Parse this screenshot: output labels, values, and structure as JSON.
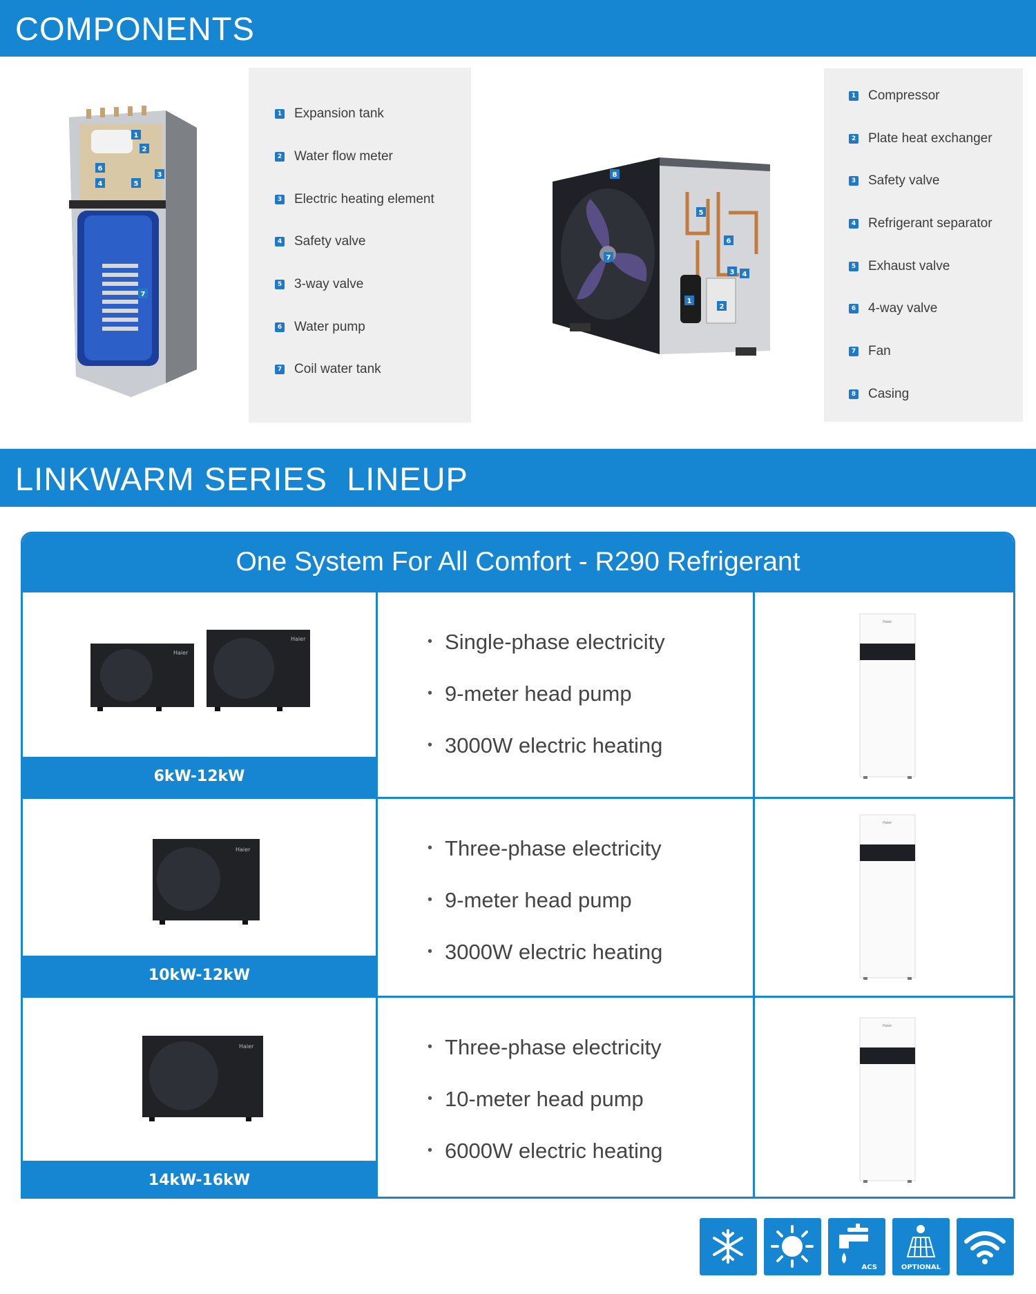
{
  "sections": {
    "components_title": "COMPONENTS",
    "lineup_title": "LINKWARM SERIES  LINEUP"
  },
  "indoor_components": [
    {
      "num": "1",
      "label": "Expansion tank"
    },
    {
      "num": "2",
      "label": "Water flow meter"
    },
    {
      "num": "3",
      "label": "Electric heating element"
    },
    {
      "num": "4",
      "label": "Safety valve"
    },
    {
      "num": "5",
      "label": "3-way valve"
    },
    {
      "num": "6",
      "label": "Water pump"
    },
    {
      "num": "7",
      "label": "Coil water tank"
    }
  ],
  "outdoor_components": [
    {
      "num": "1",
      "label": "Compressor"
    },
    {
      "num": "2",
      "label": "Plate heat exchanger"
    },
    {
      "num": "3",
      "label": "Safety valve"
    },
    {
      "num": "4",
      "label": "Refrigerant separator"
    },
    {
      "num": "5",
      "label": "Exhaust valve"
    },
    {
      "num": "6",
      "label": "4-way valve"
    },
    {
      "num": "7",
      "label": "Fan"
    },
    {
      "num": "8",
      "label": "Casing"
    }
  ],
  "callouts": {
    "indoor": [
      "1",
      "2",
      "3",
      "4",
      "5",
      "6",
      "7"
    ],
    "outdoor": [
      "1",
      "2",
      "3",
      "4",
      "5",
      "6",
      "7",
      "8"
    ]
  },
  "lineup": {
    "header": "One System For All Comfort - R290 Refrigerant",
    "brand": "Haier",
    "rows": [
      {
        "range": "6kW-12kW",
        "features": [
          "Single-phase electricity",
          "9-meter head pump",
          "3000W electric heating"
        ]
      },
      {
        "range": "10kW-12kW",
        "features": [
          "Three-phase electricity",
          "9-meter head pump",
          "3000W electric heating"
        ]
      },
      {
        "range": "14kW-16kW",
        "features": [
          "Three-phase electricity",
          "10-meter head pump",
          "6000W electric heating"
        ]
      }
    ]
  },
  "feature_icons": [
    {
      "name": "snowflake-icon",
      "label": ""
    },
    {
      "name": "sun-icon",
      "label": ""
    },
    {
      "name": "tap-water-icon",
      "label": "ACS"
    },
    {
      "name": "solar-panel-icon",
      "label": "OPTIONAL"
    },
    {
      "name": "wifi-icon",
      "label": ""
    }
  ],
  "colors": {
    "brand_blue": "#1686d3",
    "panel_gray": "#efefef",
    "badge_blue": "#1f79c6"
  }
}
